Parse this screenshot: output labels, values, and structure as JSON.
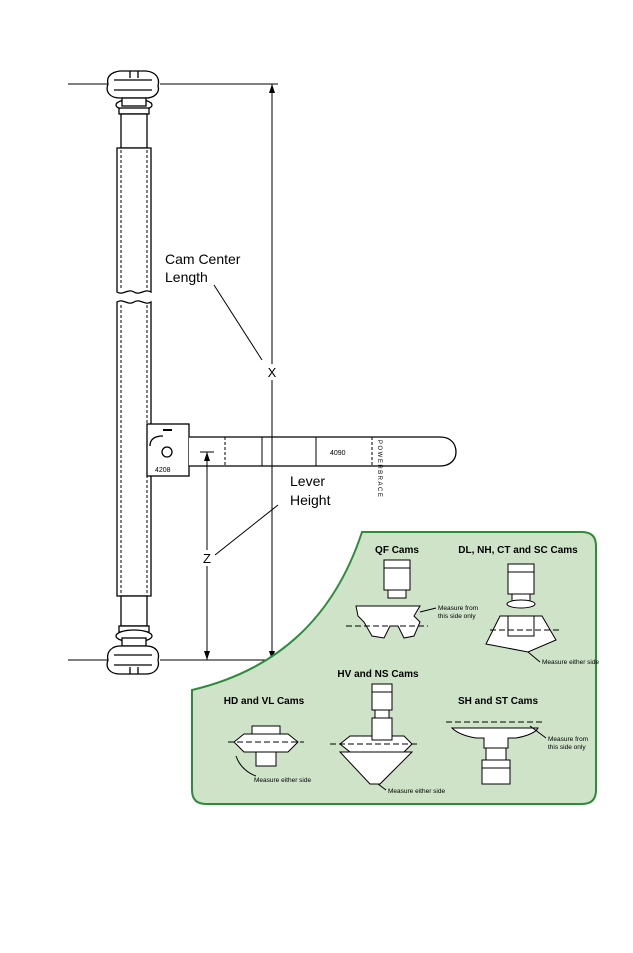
{
  "labels": {
    "cam_center_line1": "Cam Center",
    "cam_center_line2": "Length",
    "dim_x": "X",
    "lever_line1": "Lever",
    "lever_line2": "Height",
    "dim_z": "Z",
    "lever_part_no": "4208",
    "lever_bar_no": "4090",
    "brand_vertical": "POWERBRACE"
  },
  "inset": {
    "background_color": "#cfe3c9",
    "border_color": "#2e8b3a",
    "cams": {
      "qf": {
        "title": "QF Cams",
        "note_line1": "Measure from",
        "note_line2": "this side only"
      },
      "dl": {
        "title": "DL, NH, CT and SC Cams",
        "note": "Measure either side"
      },
      "hv": {
        "title": "HV and NS Cams",
        "note": "Measure either side"
      },
      "hd": {
        "title": "HD and VL Cams",
        "note": "Measure either side"
      },
      "sh": {
        "title": "SH and ST Cams",
        "note_line1": "Measure from",
        "note_line2": "this side only"
      }
    }
  }
}
